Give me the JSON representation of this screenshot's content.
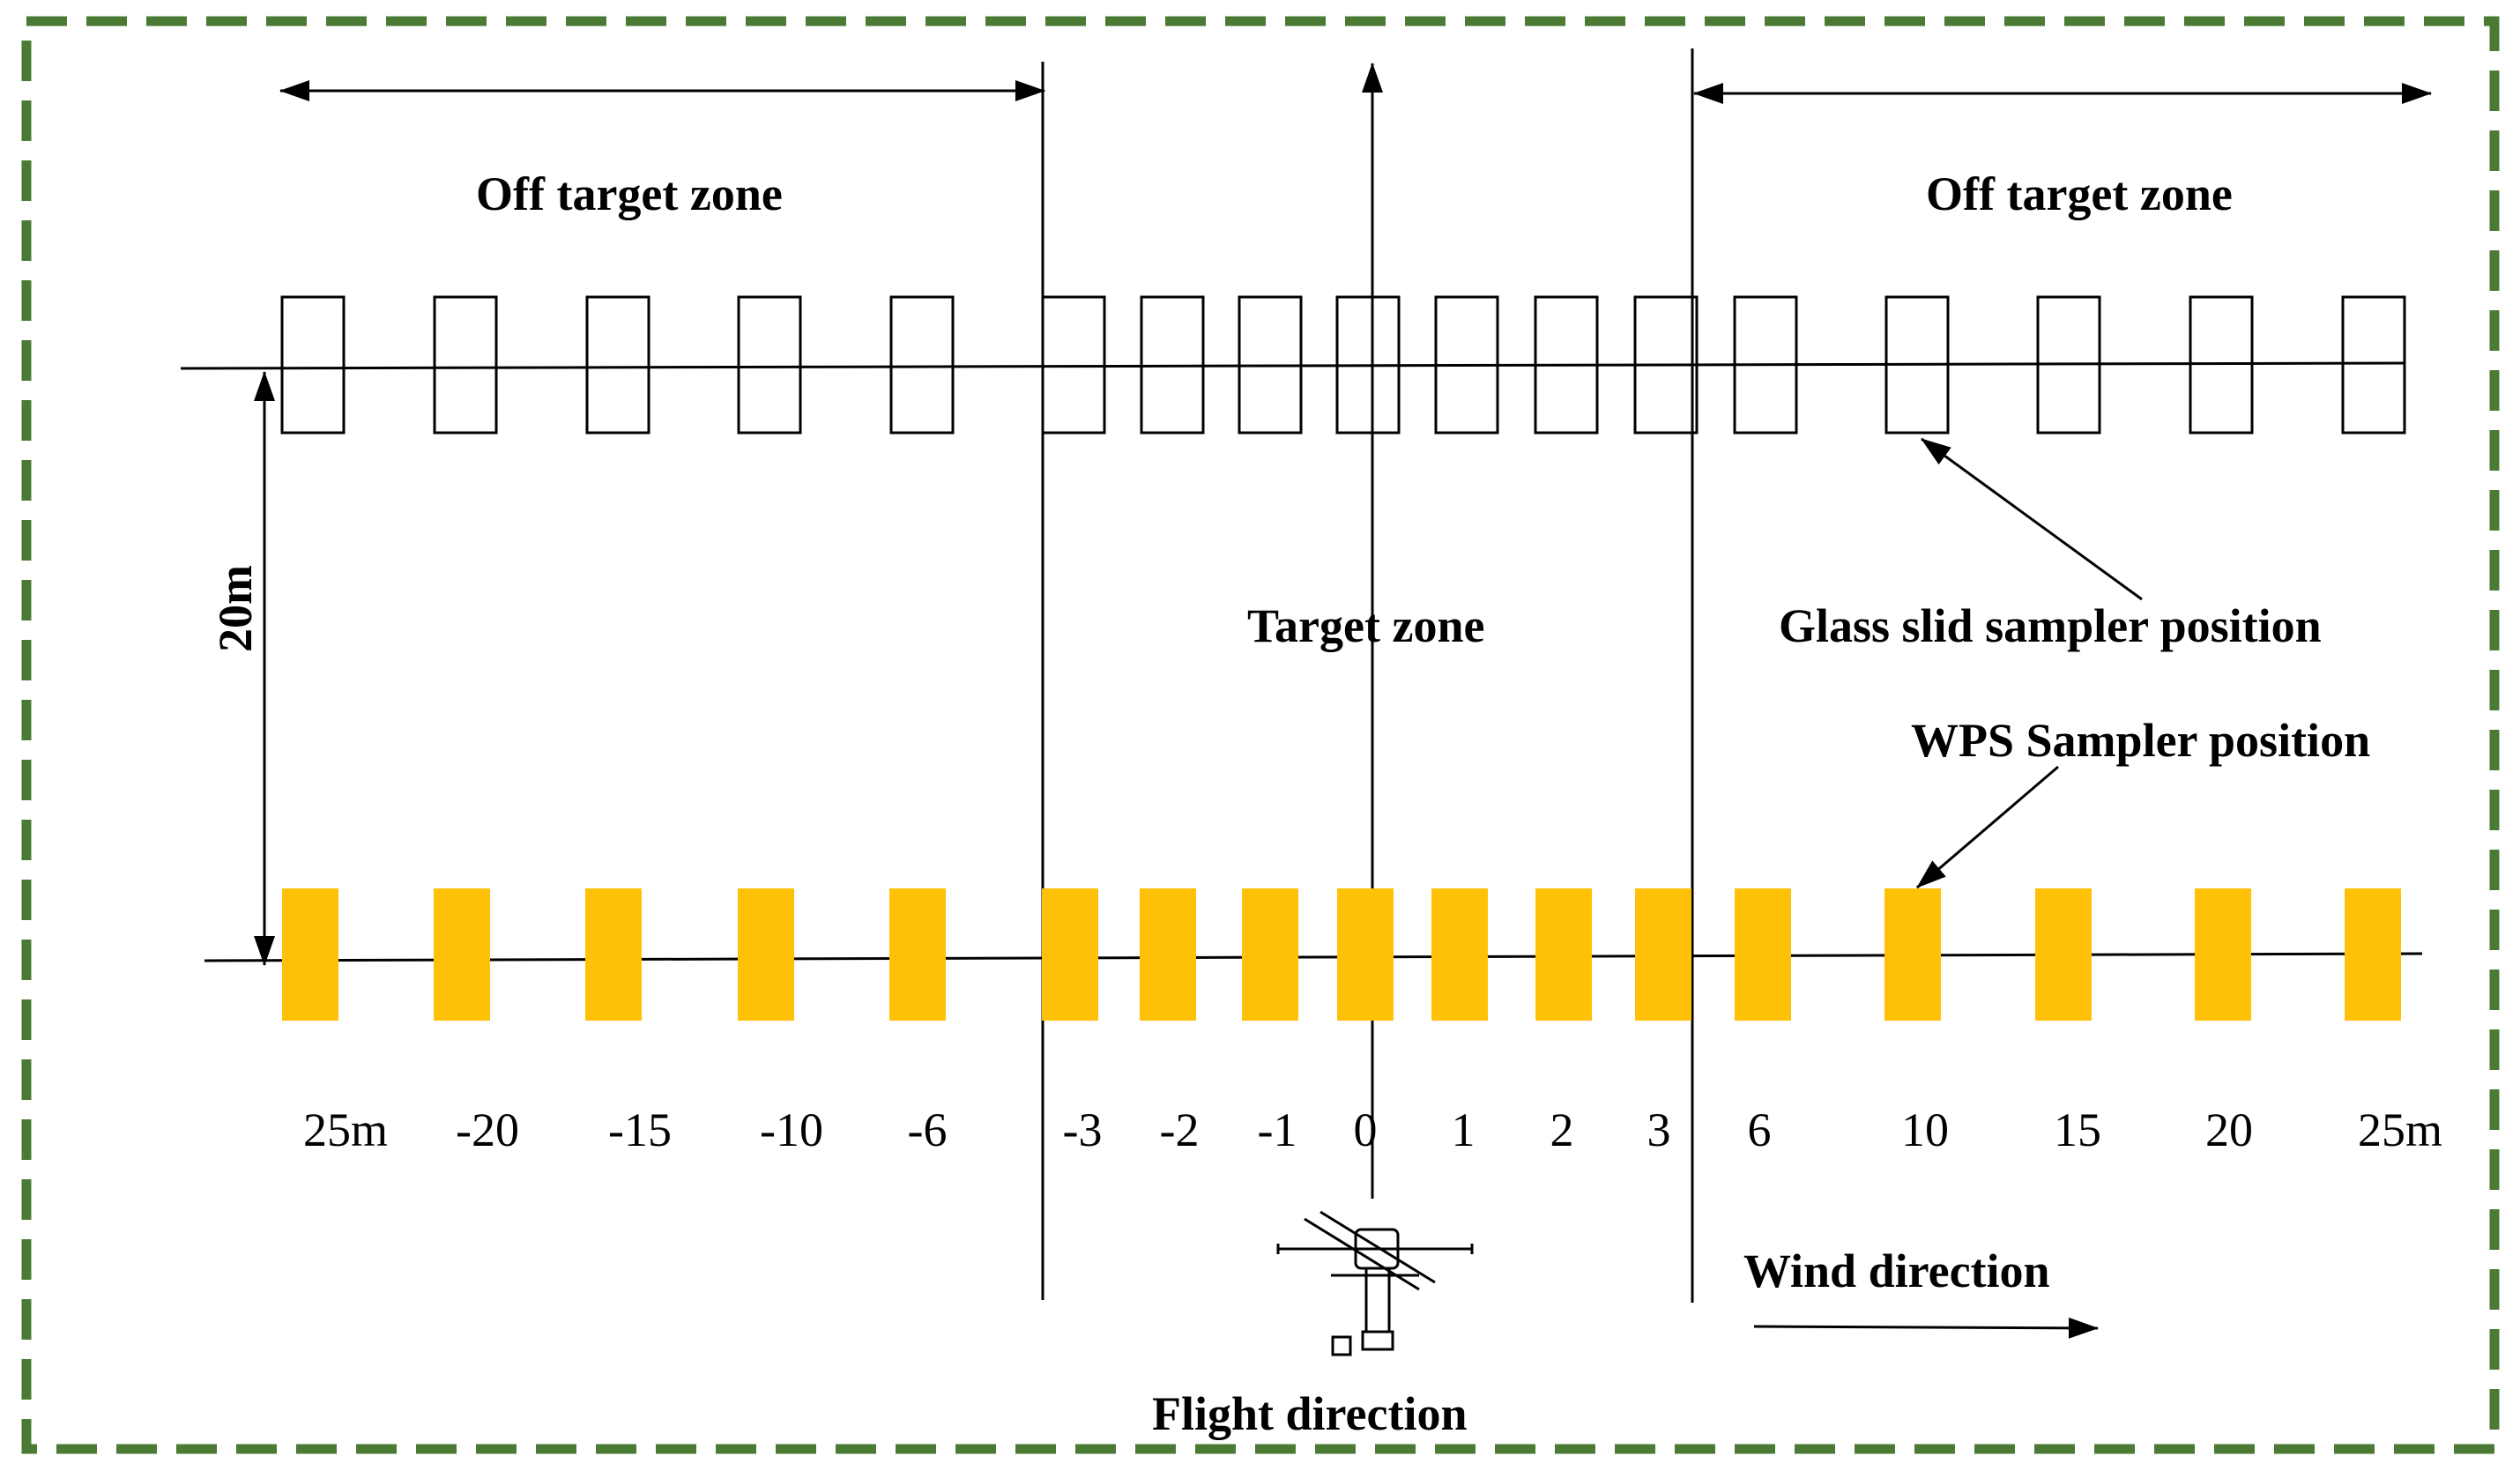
{
  "labels": {
    "off_target_left": "Off target zone",
    "off_target_right": "Off target zone",
    "target_zone": "Target zone",
    "glass_sampler": "Glass slid sampler position",
    "wps_sampler": "WPS Sampler position",
    "distance": "20m",
    "wind_direction": "Wind direction",
    "flight_direction": "Flight direction"
  },
  "positions": [
    "25m",
    "-20",
    "-15",
    "-10",
    "-6",
    "-3",
    "-2",
    "-1",
    "0",
    "1",
    "2",
    "3",
    "6",
    "10",
    "15",
    "20",
    "25m"
  ],
  "colors": {
    "border": "#4a7a34",
    "wps_sampler": "#ffc107",
    "glass_sampler_stroke": "#000000"
  },
  "icons": {
    "aircraft": "aircraft-icon"
  }
}
